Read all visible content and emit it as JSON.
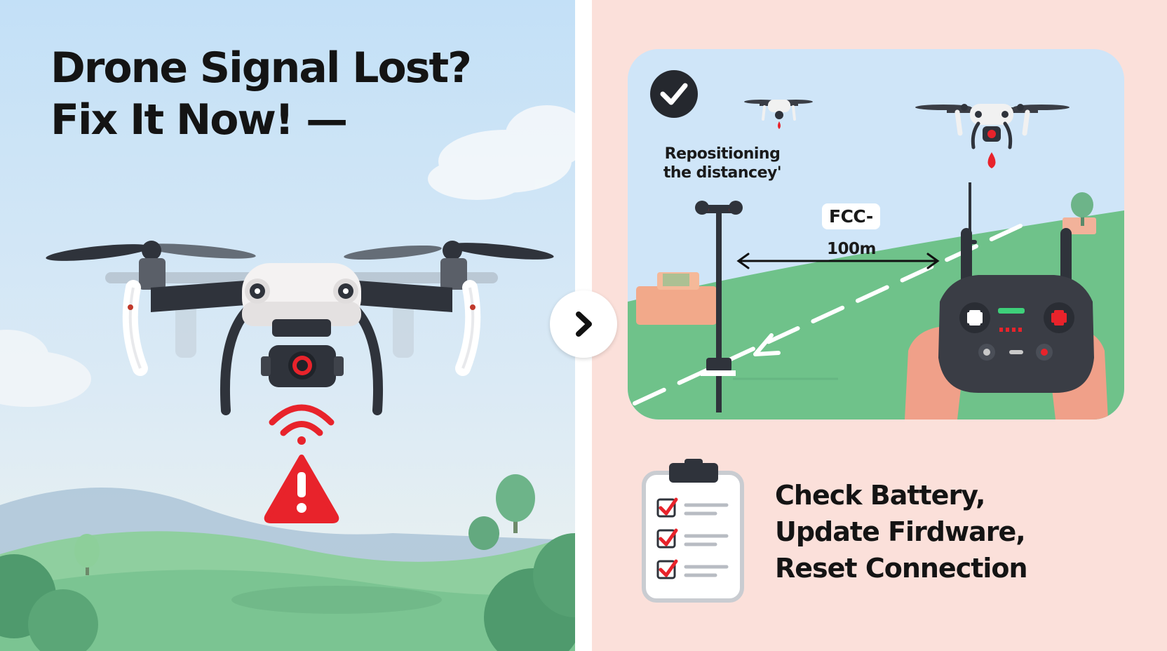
{
  "headline": {
    "line1": "Drone Signal Lost?",
    "line2": "Fix It Now! —"
  },
  "left_scene": {
    "drone_icon": "quadcopter-drone",
    "signal_icon": "wifi-signal",
    "warning_icon": "warning-triangle",
    "colors": {
      "sky_top": "#c3e0f7",
      "hill": "#7bc492",
      "signal": "#e8232b"
    }
  },
  "next_button": {
    "icon": "chevron-right"
  },
  "diagram": {
    "check_icon": "check-circle",
    "repositioning_label": "Repositioning the distancey'",
    "badge": "FCC-",
    "distance": "100m",
    "colors": {
      "grass": "#6fc28a",
      "sky": "#cfe5f8",
      "controller": "#3a3d45",
      "accent": "#e8232b"
    }
  },
  "checklist": {
    "icon": "clipboard-checklist",
    "items": [
      "Check Battery,",
      "Update Firdware,",
      "Reset Connection"
    ]
  }
}
